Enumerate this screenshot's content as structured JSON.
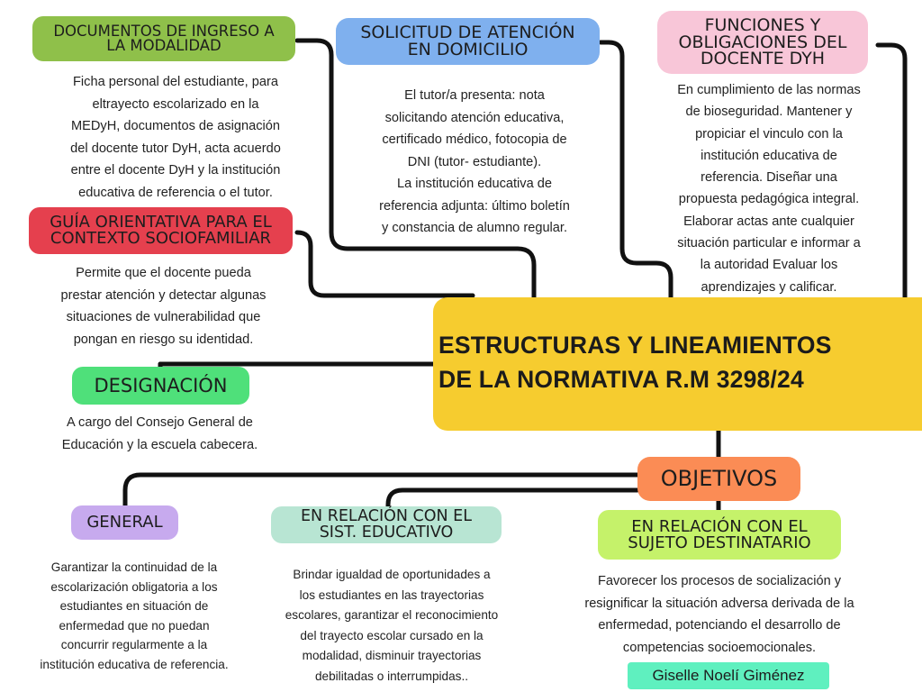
{
  "central": {
    "line1": "ESTRUCTURAS Y LINEAMIENTOS",
    "line2": "DE LA  NORMATIVA R.M 3298/24"
  },
  "nodes": {
    "documentos": {
      "title_l1": "DOCUMENTOS DE INGRESO A",
      "title_l2": "LA MODALIDAD",
      "desc": [
        "Ficha personal del estudiante, para",
        "eltrayecto escolarizado en la",
        "MEDyH, documentos de asignación",
        "del docente tutor DyH, acta acuerdo",
        "entre el docente DyH y la institución",
        "educativa de referencia o  el tutor."
      ],
      "color": "#8fc04a"
    },
    "solicitud": {
      "title_l1": "SOLICITUD DE ATENCIÓN",
      "title_l2": "EN DOMICILIO",
      "desc": [
        "El tutor/a presenta: nota",
        "solicitando atención educativa,",
        "certificado médico, fotocopia de",
        "DNI (tutor- estudiante).",
        "La institución educativa de",
        "referencia adjunta: último boletín",
        "y constancia de alumno regular."
      ],
      "color": "#7fb0ee"
    },
    "funciones": {
      "title_l1": "FUNCIONES Y",
      "title_l2": "OBLIGACIONES DEL",
      "title_l3": "DOCENTE DYH",
      "desc": [
        "En cumplimiento de las normas",
        "de bioseguridad. Mantener y",
        "propiciar el vinculo con la",
        "institución educativa de",
        "referencia. Diseñar una",
        "propuesta pedagógica integral.",
        "Elaborar actas ante cualquier",
        "situación particular e informar a",
        "la autoridad Evaluar los",
        "aprendizajes y calificar."
      ],
      "color": "#f8c6d8"
    },
    "guia": {
      "title_l1": "GUÍA ORIENTATIVA PARA EL",
      "title_l2": "CONTEXTO SOCIOFAMILIAR",
      "desc": [
        "Permite que el docente pueda",
        "prestar atención y detectar algunas",
        "situaciones de vulnerabilidad que",
        "pongan en riesgo su identidad."
      ],
      "color": "#e5404e"
    },
    "designacion": {
      "title": "DESIGNACIÓN",
      "desc": [
        "A cargo del Consejo General de",
        "Educación y la escuela cabecera."
      ],
      "color": "#4fe07a"
    },
    "objetivos": {
      "title": "OBJETIVOS",
      "color": "#fb8c55"
    },
    "general": {
      "title": "GENERAL",
      "desc": [
        "Garantizar la continuidad de la",
        "escolarización obligatoria a los",
        "estudiantes en situación de",
        "enfermedad que no puedan",
        "concurrir regularmente a la",
        "institución educativa de referencia."
      ],
      "color": "#c7aaee"
    },
    "sistema": {
      "title_l1": "EN RELACIÓN CON EL",
      "title_l2": "SIST. EDUCATIVO",
      "desc": [
        "Brindar igualdad de oportunidades a",
        "los estudiantes en las trayectorias",
        "escolares, garantizar el reconocimiento",
        "del trayecto escolar cursado en la",
        "modalidad, disminuir trayectorias",
        "debilitadas o interrumpidas.."
      ],
      "color": "#b8e5d3"
    },
    "sujeto": {
      "title_l1": "EN RELACIÓN CON EL",
      "title_l2": "SUJETO DESTINATARIO",
      "desc": [
        "Favorecer los procesos de socialización y",
        "resignificar la situación adversa derivada de la",
        "enfermedad, potenciando el desarrollo de",
        "competencias socioemocionales."
      ],
      "color": "#c5f26a"
    }
  },
  "author": {
    "name": "Giselle Noelí Giménez",
    "color": "#5ff0bf"
  }
}
